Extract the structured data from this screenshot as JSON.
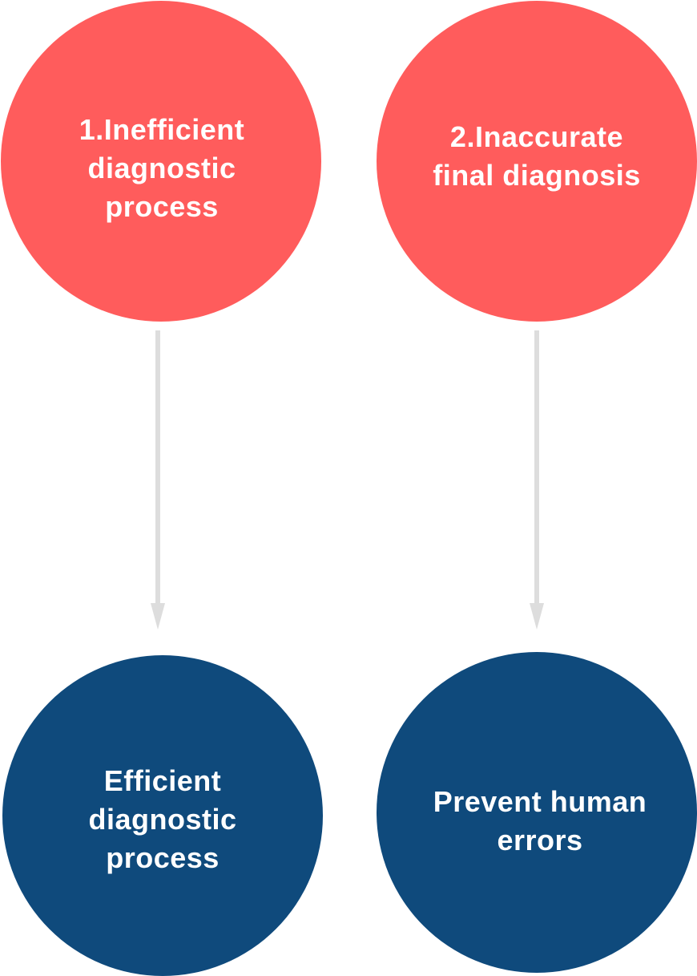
{
  "colors": {
    "problem_fill": "#FF5C5C",
    "solution_fill": "#0F4A7C",
    "arrow": "#DDDDDD",
    "text": "#FFFFFF",
    "background": "#FFFFFF"
  },
  "problems": [
    {
      "label": "1.Inefficient\ndiagnostic\nprocess"
    },
    {
      "label": "2.Inaccurate\nfinal diagnosis"
    }
  ],
  "solutions": [
    {
      "label": "Efficient\ndiagnostic\nprocess"
    },
    {
      "label": "Prevent human\nerrors"
    }
  ],
  "connections": [
    {
      "from": "problems.0",
      "to": "solutions.0"
    },
    {
      "from": "problems.1",
      "to": "solutions.1"
    }
  ]
}
